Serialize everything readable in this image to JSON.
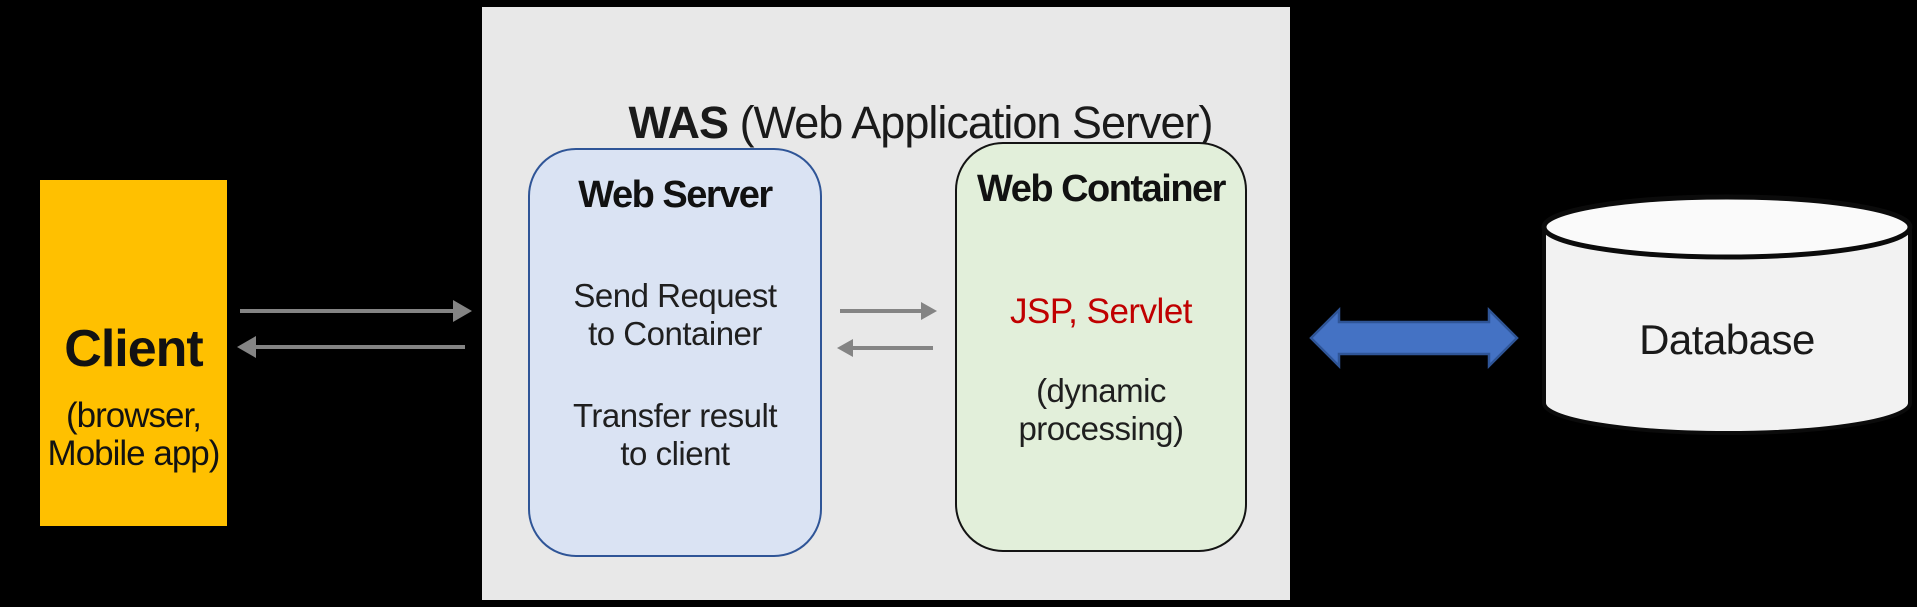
{
  "canvas": {
    "background": "#000000"
  },
  "client": {
    "title": "Client",
    "subtitle_line1": "(browser,",
    "subtitle_line2": "Mobile app)",
    "fill": "#FFC000"
  },
  "was": {
    "title_acronym": "WAS",
    "title_rest": " (Web Application Server)",
    "fill": "#E8E8E8"
  },
  "web_server": {
    "title": "Web Server",
    "note_send_line1": "Send Request",
    "note_send_line2": "to Container",
    "note_transfer_line1": "Transfer result",
    "note_transfer_line2": "to client",
    "fill": "#DAE3F3",
    "border": "#2F5597"
  },
  "web_container": {
    "title": "Web Container",
    "tech_label": "JSP, Servlet",
    "tech_color": "#C00000",
    "note_line1": "(dynamic",
    "note_line2": "processing)",
    "fill": "#E2EFDA",
    "border": "#141414"
  },
  "database": {
    "label": "Database",
    "body_fill": "#F2F2F2",
    "top_fill": "#FAFAFA",
    "stroke": "#0B0B0B"
  },
  "arrows": {
    "gray": "#848484",
    "blue_fill": "#4472C4",
    "blue_stroke": "#2F5597"
  }
}
